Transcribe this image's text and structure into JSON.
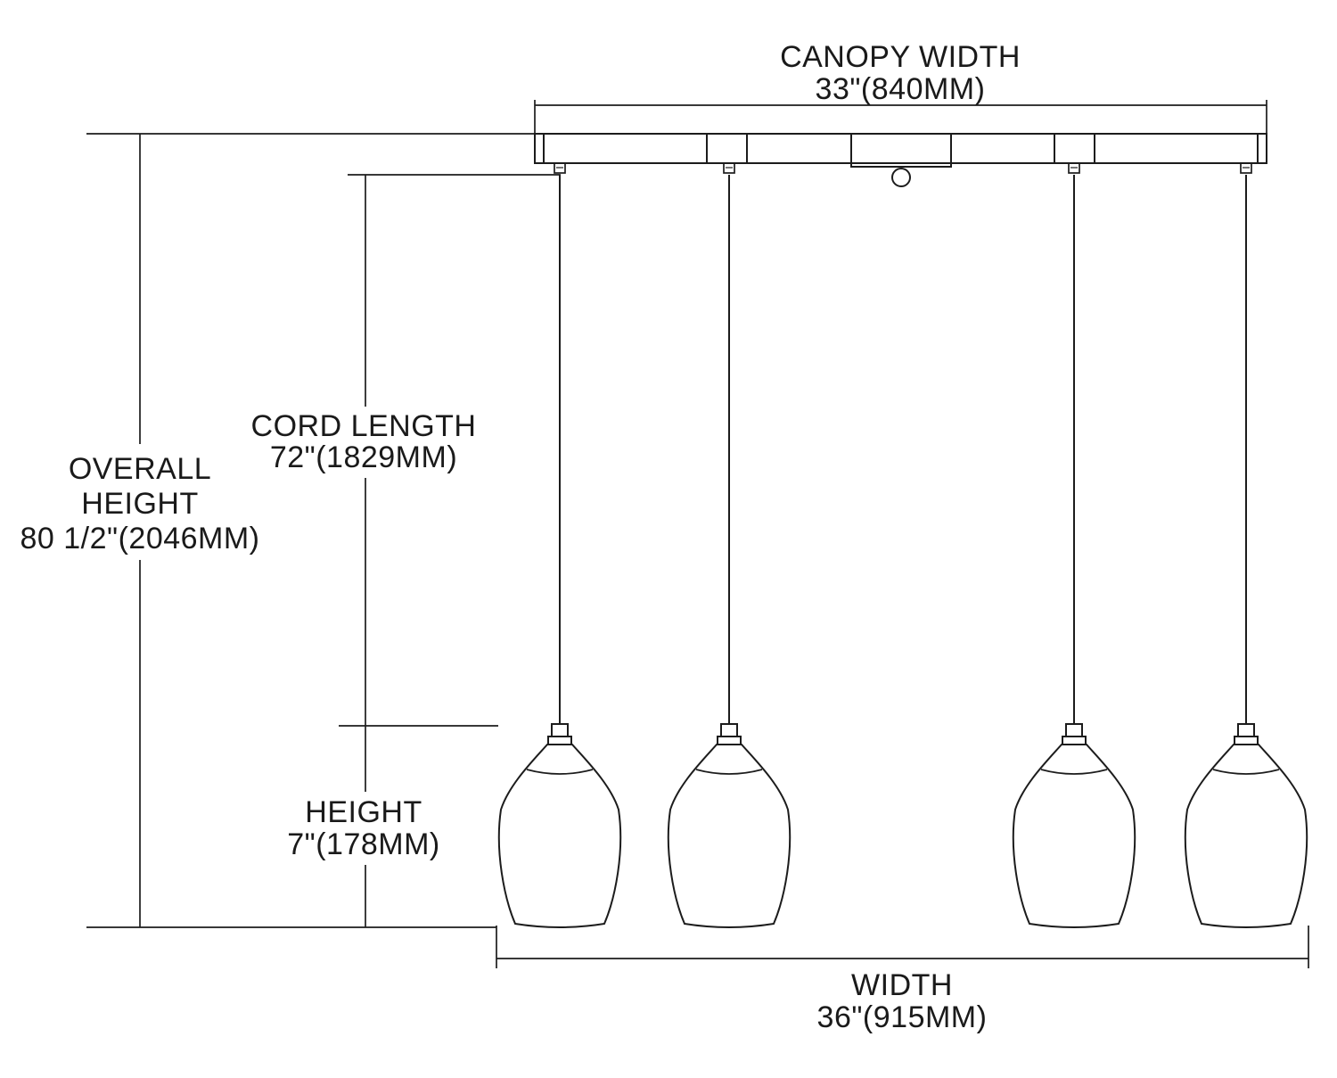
{
  "diagram": {
    "canopy_width": {
      "label": "CANOPY WIDTH",
      "value": "33\"(840MM)"
    },
    "cord_length": {
      "label": "CORD LENGTH",
      "value": "72\"(1829MM)"
    },
    "overall_height": {
      "label_line1": "OVERALL",
      "label_line2": "HEIGHT",
      "value": "80 1/2\"(2046MM)"
    },
    "shade_height": {
      "label": "HEIGHT",
      "value": "7\"(178MM)"
    },
    "width": {
      "label": "WIDTH",
      "value": "36\"(915MM)"
    },
    "pendant_count": 4,
    "colors": {
      "line": "#1c1c1c",
      "text": "#1a1a1a",
      "background": "#ffffff"
    }
  }
}
